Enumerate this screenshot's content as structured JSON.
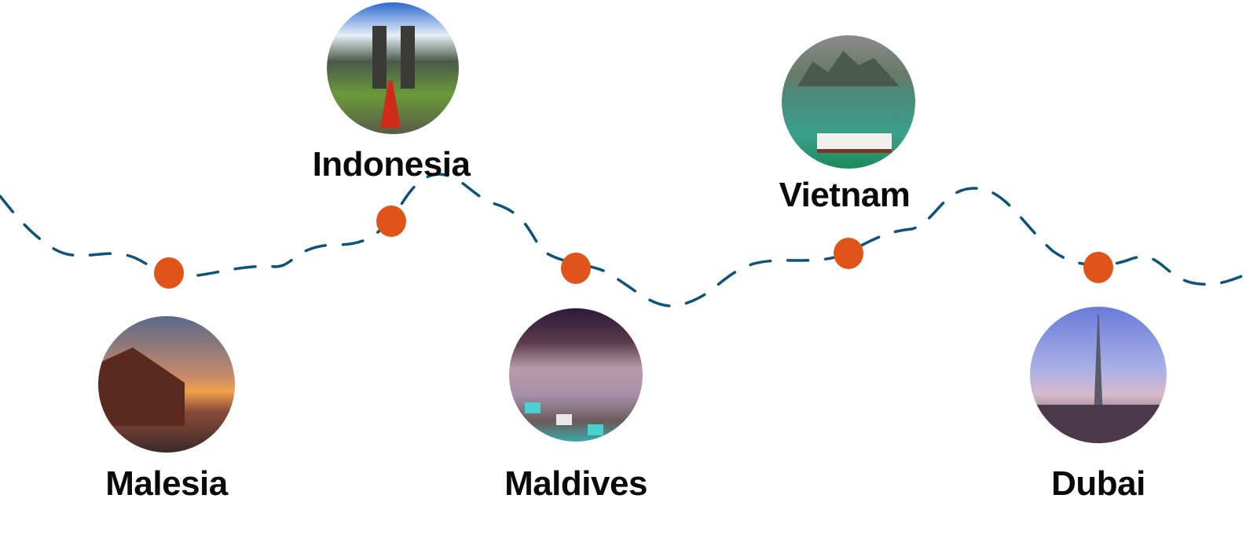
{
  "destinations": [
    {
      "name": "Malesia",
      "photo": "overwater-bungalow-sunset"
    },
    {
      "name": "Indonesia",
      "photo": "bali-temple-gate"
    },
    {
      "name": "Maldives",
      "photo": "resort-pool-night"
    },
    {
      "name": "Vietnam",
      "photo": "ha-long-bay-boats"
    },
    {
      "name": "Dubai",
      "photo": "burj-khalifa-skyline"
    }
  ],
  "colors": {
    "path": "#0d5277",
    "dot": "#e0541a",
    "text": "#0a0a0a"
  }
}
